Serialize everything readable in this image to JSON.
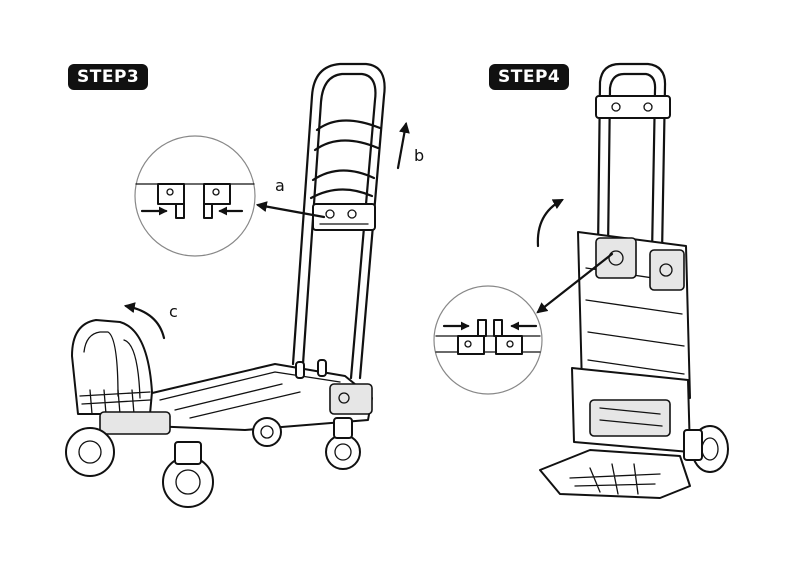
{
  "steps": {
    "step3": {
      "label": "STEP3",
      "callouts": {
        "a": "a",
        "b": "b",
        "c": "c"
      }
    },
    "step4": {
      "label": "STEP4"
    }
  },
  "colors": {
    "ink": "#111111",
    "background": "#ffffff",
    "badge": "#111111",
    "badge_text": "#ffffff"
  },
  "icons": [
    "push-arrow-icon",
    "lift-arrow-icon",
    "rotate-arrow-icon",
    "squeeze-arrow-icon"
  ]
}
